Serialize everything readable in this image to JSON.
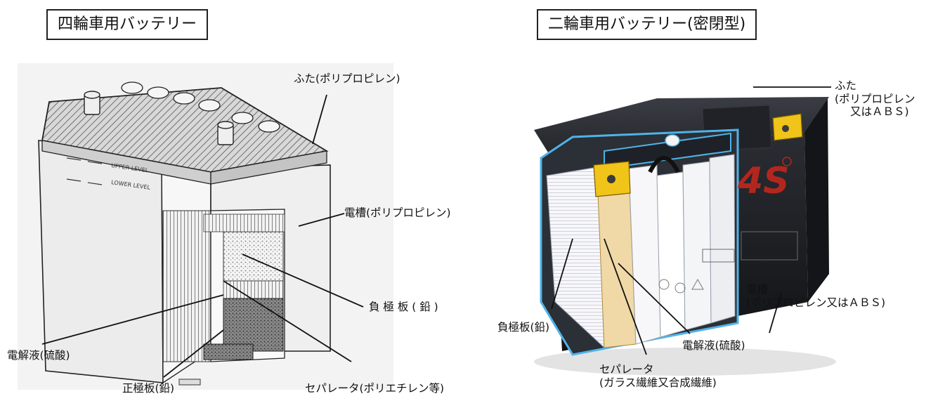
{
  "left_panel": {
    "title": "四輪車用バッテリー",
    "battery_markings": {
      "upper": "UPPER LEVEL",
      "lower": "LOWER LEVEL"
    },
    "labels": {
      "lid": "ふた(ポリプロピレン)",
      "case": "電槽(ポリプロピレン)",
      "negative_plate": "負 極 板 ( 鉛 )",
      "electrolyte": "電解液(硫酸)",
      "positive_plate": "正極板(鉛)",
      "separator": "セパレータ(ポリエチレン等)"
    }
  },
  "right_panel": {
    "title": "二輪車用バッテリー(密閉型)",
    "battery_marking": "4S",
    "labels": {
      "lid": [
        "ふた",
        "(ポリプロピレン",
        "又はＡＢＳ)"
      ],
      "case": [
        "電槽",
        "(ポリプロピレン又はＡＢＳ)"
      ],
      "negative_plate": "負極板(鉛)",
      "electrolyte": "電解液(硫酸)",
      "separator": [
        "セパレータ",
        "(ガラス繊維又合成繊維)"
      ]
    }
  },
  "colors": {
    "line": "#111111",
    "moto_body": "#1b1d21",
    "moto_cutaway_outline": "#4fb3e8",
    "terminal": "#f0c419",
    "marking_red": "#b3261e"
  }
}
